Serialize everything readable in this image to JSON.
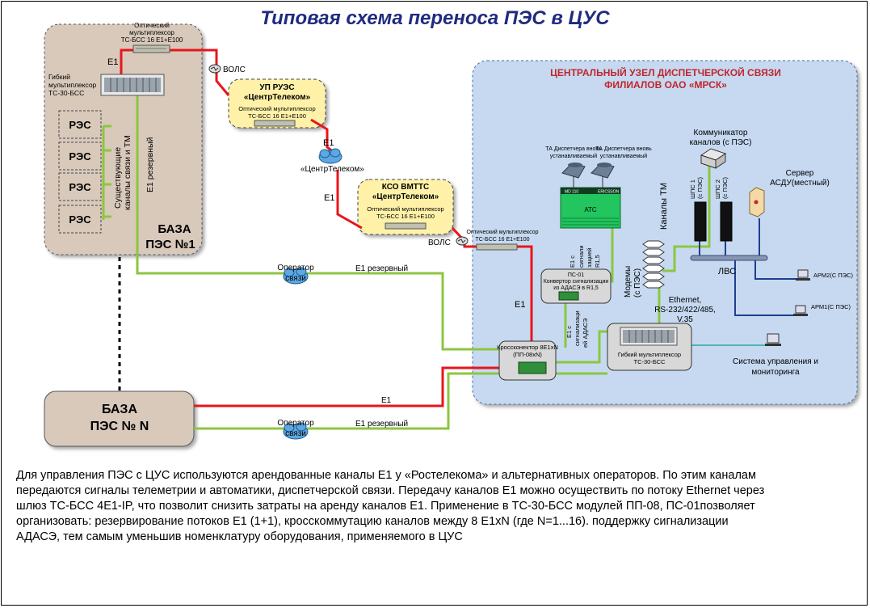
{
  "title": "Типовая схема переноса ПЭС в ЦУС",
  "base1": {
    "title_line1": "БАЗА",
    "title_line2": "ПЭС №1",
    "flex_mux_line1": "Гибкий",
    "flex_mux_line2": "мультиплексор",
    "flex_mux_line3": "ТС-30-БСС",
    "res_labels": [
      "РЭС",
      "РЭС",
      "РЭС",
      "РЭС"
    ],
    "existing_channels_line1": "Существующие",
    "existing_channels_line2": "каналы связи и ТМ",
    "e1_reserve_vertical": "Е1 резервный",
    "optical_mux_line1": "Оптический",
    "optical_mux_line2": "мультиплексор",
    "optical_mux_line3": "ТС-БСС 16 Е1+Е100",
    "e1_label": "Е1"
  },
  "baseN": {
    "title_line1": "БАЗА",
    "title_line2": "ПЭС № N"
  },
  "vols1": "ВОЛС",
  "vols2": "ВОЛС",
  "up_res": {
    "title_line1": "УП РУЭС",
    "title_line2": "«ЦентрТелеком»",
    "mux_line1": "Оптический мультиплексор",
    "mux_line2": "ТС-БСС 16 Е1+Е100"
  },
  "cloud_ct": "«ЦентрТелеком»",
  "e1_mid1": "Е1",
  "e1_mid2": "Е1",
  "kso": {
    "title_line1": "КСО ВМТТС",
    "title_line2": "«ЦентрТелеком»",
    "mux_line1": "Оптический мультиплексор",
    "mux_line2": "ТС-БСС 16 Е1+Е100"
  },
  "operator_line1": "Оператор",
  "operator_line2": "связи",
  "e1_reserve": "Е1 резервный",
  "e1": "Е1",
  "center": {
    "title_line1": "ЦЕНТРАЛЬНЫЙ УЗЕЛ ДИСПЕТЧЕРСКОЙ СВЯЗИ",
    "title_line2": "ФИЛИАЛОВ ОАО «МРСК»",
    "optical_mux_line1": "Оптический мультиплексор",
    "optical_mux_line2": "ТС-БСС 16 Е1+Е100",
    "ta_line1": "ТА Диспетчера вновь",
    "ta_line2": "устанавливаемый",
    "ats": "АТС",
    "ats_badge_left": "MD 110",
    "ats_badge_right": "ERICSSON",
    "e1_r15_line1": "Е1 с",
    "e1_r15_line2": "сигнали",
    "e1_r15_line3": "зацией",
    "e1_r15_line4": "R1,5",
    "ps01_line1": "ПС-01",
    "ps01_line2": "Конвертор сигнализации",
    "ps01_line3": "из АДАСЭ в R1,5",
    "modems_line1": "Модемы",
    "modems_line2": "(с ПЭС)",
    "channels_tm": "Каналы ТМ",
    "commutator_line1": "Коммуникатор",
    "commutator_line2": "каналов (с ПЭС)",
    "shps1_line1": "ШПС 1",
    "shps1_line2": "(с ПЭС)",
    "shps2_line1": "ШПС 2",
    "shps2_line2": "(с ПЭС)",
    "server_line1": "Сервер",
    "server_line2": "АСДУ(местный)",
    "lvs": "ЛВС",
    "arm2": "АРМ2(С ПЭС)",
    "arm1": "АРМ1(С ПЭС)",
    "ethernet_line1": "Ethernet,",
    "ethernet_line2": "RS-232/422/485,",
    "ethernet_line3": "V.35",
    "e1_adase_line1": "Е1 с",
    "e1_adase_line2": "сигнализаци",
    "e1_adase_line3": "ей АДАСЭ",
    "cross_line1": "Кроссконектор 8Е1xN",
    "cross_line2": "(ПП-08xN)",
    "flex_line1": "Гибкий мультиплексор",
    "flex_line2": "ТС-30-БСС",
    "sys_line1": "Система управления и",
    "sys_line2": "мониторинга",
    "e1_center": "Е1"
  },
  "description": [
    "Для управления ПЭС с ЦУС используются арендованные каналы Е1 у «Ростелекома» и альтернативных операторов. По этим каналам",
    "передаются сигналы телеметрии и автоматики,  диспетчерской связи. Передачу каналов Е1 можно осуществить по потоку Ethernet через",
    "шлюз ТС-БСС 4Е1-IP, что позволит снизить затраты на аренду каналов Е1. Применение в ТС-30-БСС модулей ПП-08, ПС-01позволяет",
    "организовать: резервирование потоков Е1 (1+1), кросскоммутацию каналов  между 8 Е1xN (где N=1...16).  поддержку сигнализации",
    "АДАСЭ, тем самым уменьшив номенклатуру оборудования, применяемого в ЦУС"
  ],
  "colors": {
    "red_line": "#e8151b",
    "green_line": "#8cc63f",
    "base_fill": "#d8c9bb",
    "center_fill": "#c6d9f1",
    "yellow_fill": "#fff2a8",
    "title": "#1f2a80",
    "center_title": "#c0262c"
  }
}
